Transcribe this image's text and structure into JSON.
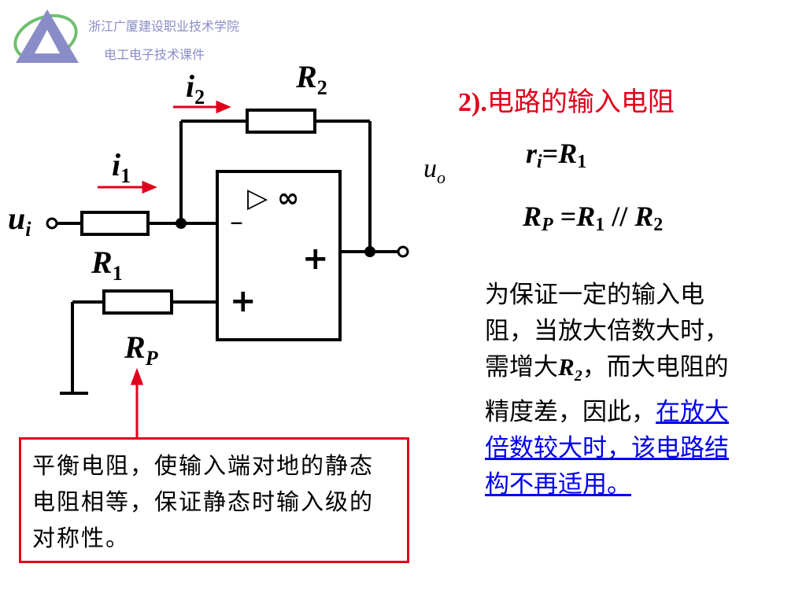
{
  "header": {
    "school_name": "浙江广厦建设职业技术学院",
    "course_name": "电工电子技术课件",
    "brand_color": "#8a8cc8"
  },
  "slide": {
    "title_prefix": "2).",
    "title_text": "电路的输入电阻",
    "formula_ri": {
      "var": "r",
      "sub": "i",
      "eq": "=",
      "rhs": "R",
      "rhs_sub": "1"
    },
    "formula_rp": {
      "var": "R",
      "sub": "P",
      "eq": "=",
      "a": "R",
      "a_sub": "1",
      "op": "//",
      "b": "R",
      "b_sub": "2"
    },
    "explanation": {
      "part1": "为保证一定的输入电阻，当放大倍数大时，需增大",
      "r2_var": "R",
      "r2_sub": "2",
      "part2": "，而大电阻的精度差，因此，",
      "link_text": "在放大倍数较大时，该电路结构不再适用。"
    },
    "note": "平衡电阻，使输入端对地的静态电阻相等，保证静态时输入级的对称性。",
    "accent_color": "#e0001b"
  },
  "circuit": {
    "labels": {
      "i2": {
        "var": "i",
        "sub": "2"
      },
      "i1": {
        "var": "i",
        "sub": "1"
      },
      "R2": {
        "var": "R",
        "sub": "2"
      },
      "R1": {
        "var": "R",
        "sub": "1"
      },
      "RP": {
        "var": "R",
        "sub": "P"
      },
      "ui": {
        "var": "u",
        "sub": "i"
      },
      "uo": {
        "var": "u",
        "sub": "o"
      }
    },
    "opamp": {
      "gain_symbol": "▷ ∞",
      "inv_sign": "–",
      "out_sign": "+",
      "noninv_sign": "+"
    }
  }
}
